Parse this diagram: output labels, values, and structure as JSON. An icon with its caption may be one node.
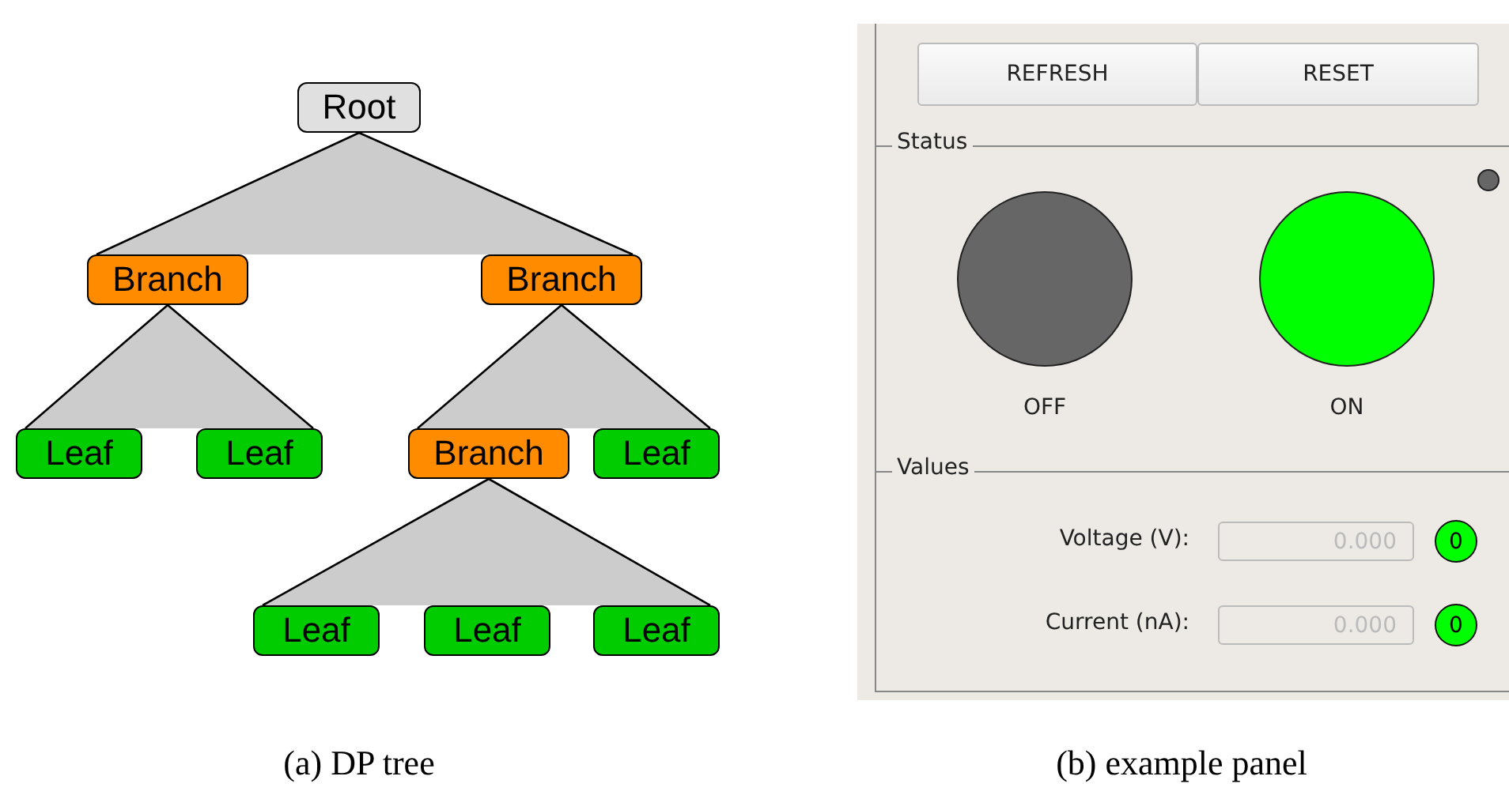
{
  "diagram": {
    "nodes": [
      {
        "text": [
          "Root"
        ]
      },
      {
        "text": [
          "Branch"
        ]
      },
      {
        "text": [
          "Branch"
        ]
      },
      {
        "text": [
          "Leaf"
        ]
      },
      {
        "text": [
          "Leaf"
        ]
      },
      {
        "text": [
          "Branch"
        ]
      },
      {
        "text": [
          "Leaf"
        ]
      },
      {
        "text": [
          "Leaf"
        ]
      },
      {
        "text": [
          "Leaf"
        ]
      },
      {
        "text": [
          "Leaf"
        ]
      },
      {
        "text": [],
        "shape": "circle",
        "beside": [
          "OFF"
        ]
      },
      {
        "text": [],
        "shape": "circle",
        "beside": [
          "ON"
        ]
      },
      {
        "text": [],
        "shape": "circle"
      }
    ],
    "edges": [
      {
        "from": 0,
        "to": 1,
        "arrow": "none"
      },
      {
        "from": 0,
        "to": 2,
        "arrow": "none"
      },
      {
        "from": 1,
        "to": 3,
        "arrow": "none"
      },
      {
        "from": 1,
        "to": 4,
        "arrow": "none"
      },
      {
        "from": 2,
        "to": 5,
        "arrow": "none"
      },
      {
        "from": 2,
        "to": 6,
        "arrow": "none"
      },
      {
        "from": 5,
        "to": 7,
        "arrow": "none"
      },
      {
        "from": 5,
        "to": 9,
        "arrow": "none"
      }
    ],
    "labels": [
      "REFRESH",
      "RESET",
      "Status",
      "Values",
      "Voltage (V):",
      "0.000",
      "0",
      "Current (nA):",
      "0.000",
      "0",
      "(a) DP tree",
      "(b) example panel"
    ]
  }
}
